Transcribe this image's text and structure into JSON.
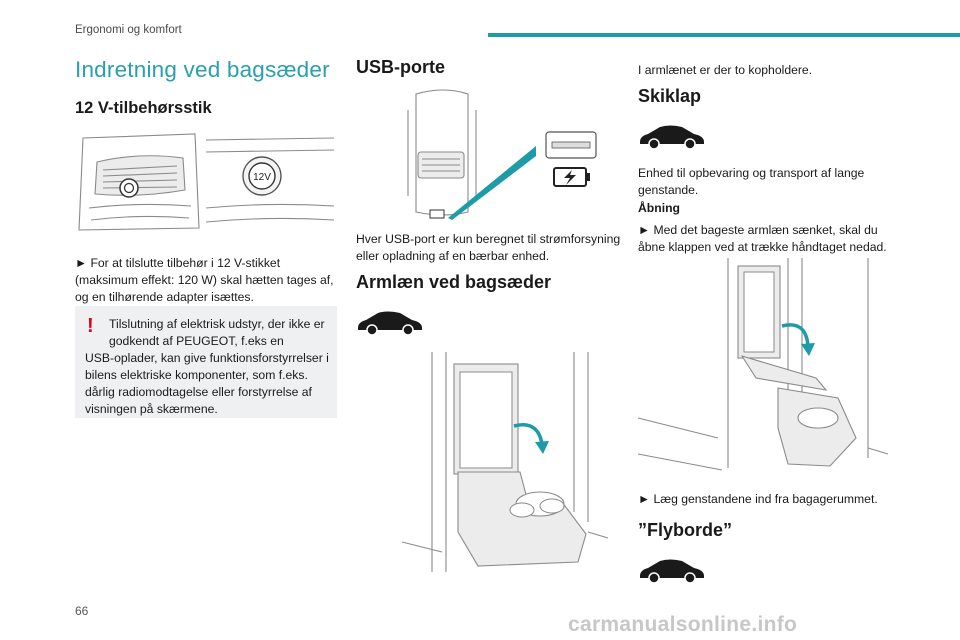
{
  "header": {
    "title": "Ergonomi og komfort",
    "accent": "#1e9aa8"
  },
  "section_title": "Indretning ved bagsæder",
  "col1": {
    "heading": "12 V-tilbehørsstik",
    "socket_label": "12V",
    "instruction": "► For at tilslutte tilbehør i 12 V-stikket (maksimum effekt: 120 W) skal hætten tages af, og en tilhørende adapter isættes.",
    "warning_mark": "!",
    "warning_lines": [
      "Tilslutning af elektrisk udstyr, der ikke er",
      "godkendt af PEUGEOT, f.eks en",
      "USB-oplader, kan give funktionsforstyrrelser i",
      "bilens elektriske komponenter, som f.eks.",
      "dårlig radiomodtagelse eller forstyrrelse af",
      "visningen på skærmene."
    ],
    "warning_color": "#e3001b"
  },
  "col2": {
    "usb_heading": "USB-porte",
    "usb_text": "Hver USB-port er kun beregnet til strømforsyning eller opladning af en bærbar enhed.",
    "armrest_heading": "Armlæn ved bagsæder"
  },
  "col3": {
    "intro": "I armlænet er der to kopholdere.",
    "skiklap_heading": "Skiklap",
    "skiklap_text": "Enhed til opbevaring og transport af lange genstande.",
    "aabning_heading": "Åbning",
    "aabning_step": "► Med det bageste armlæn sænket, skal du åbne klappen ved at trække håndtaget nedad.",
    "load_step": "► Læg genstandene ind fra bagagerummet.",
    "flyborde_heading": "”Flyborde”"
  },
  "page_number": "66",
  "watermark": "carmanualsonline.info",
  "icons": [
    "car-silhouette-icon",
    "battery-charging-icon",
    "usb-port-icon",
    "curved-arrow-icon"
  ]
}
